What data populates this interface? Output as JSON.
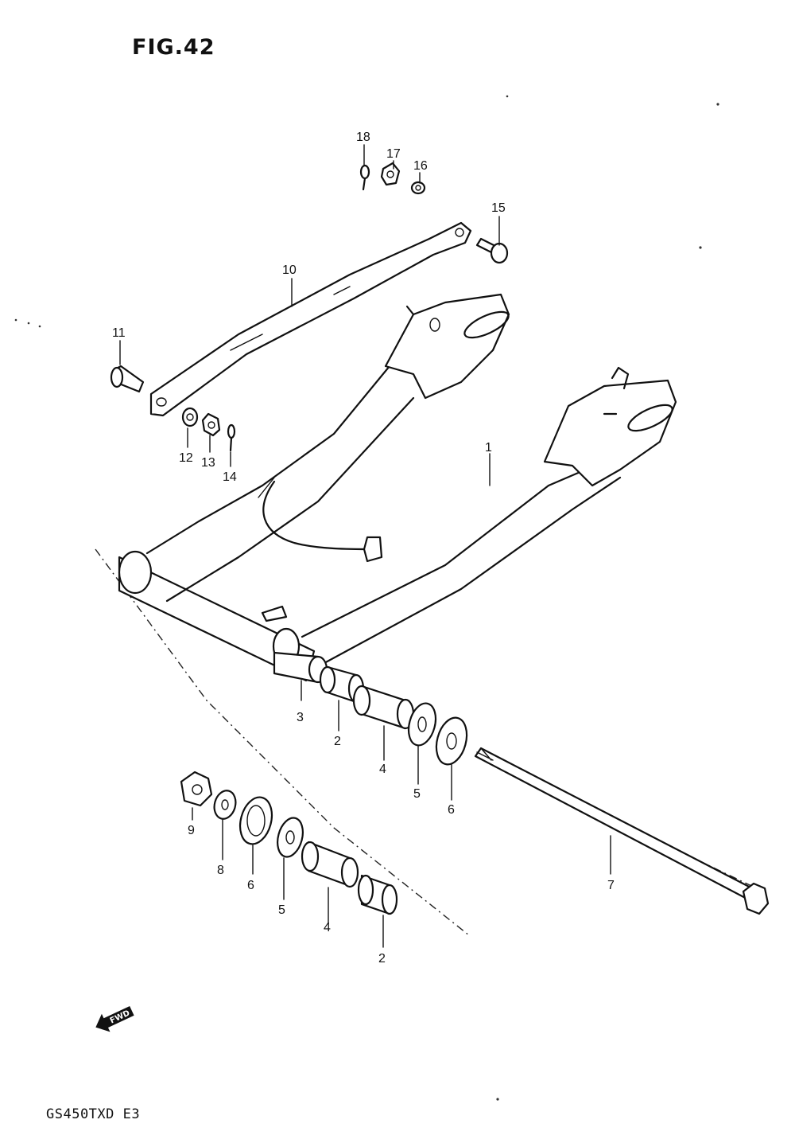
{
  "figure": {
    "title": "FIG.42",
    "model_code": "GS450TXD  E3",
    "fwd_label": "FWD"
  },
  "callouts": [
    {
      "id": "c1",
      "label": "1"
    },
    {
      "id": "c2a",
      "label": "2"
    },
    {
      "id": "c2b",
      "label": "2"
    },
    {
      "id": "c3",
      "label": "3"
    },
    {
      "id": "c4a",
      "label": "4"
    },
    {
      "id": "c4b",
      "label": "4"
    },
    {
      "id": "c5a",
      "label": "5"
    },
    {
      "id": "c5b",
      "label": "5"
    },
    {
      "id": "c6a",
      "label": "6"
    },
    {
      "id": "c6b",
      "label": "6"
    },
    {
      "id": "c7",
      "label": "7"
    },
    {
      "id": "c8",
      "label": "8"
    },
    {
      "id": "c9",
      "label": "9"
    },
    {
      "id": "c10",
      "label": "10"
    },
    {
      "id": "c11",
      "label": "11"
    },
    {
      "id": "c12",
      "label": "12"
    },
    {
      "id": "c13",
      "label": "13"
    },
    {
      "id": "c14",
      "label": "14"
    },
    {
      "id": "c15",
      "label": "15"
    },
    {
      "id": "c16",
      "label": "16"
    },
    {
      "id": "c17",
      "label": "17"
    },
    {
      "id": "c18",
      "label": "18"
    }
  ]
}
